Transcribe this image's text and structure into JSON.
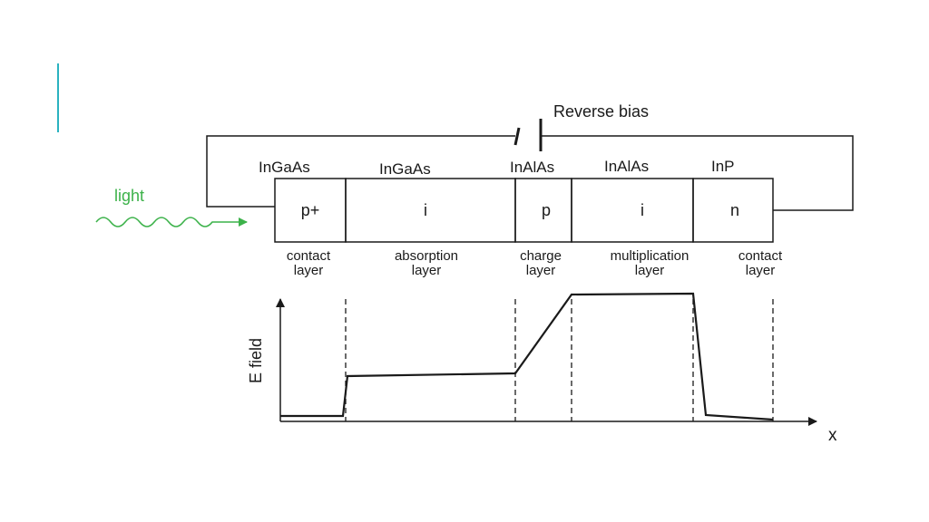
{
  "accent_color": "#2bb3c0",
  "light_color": "#3cb24a",
  "bias_label": "Reverse bias",
  "light_label": "light",
  "layers": [
    {
      "material": "InGaAs",
      "doping": "p+",
      "caption_line1": "contact",
      "caption_line2": "layer"
    },
    {
      "material": "InGaAs",
      "doping": "i",
      "caption_line1": "absorption",
      "caption_line2": "layer"
    },
    {
      "material": "InAlAs",
      "doping": "p",
      "caption_line1": "charge",
      "caption_line2": "layer"
    },
    {
      "material": "InAlAs",
      "doping": "i",
      "caption_line1": "multiplication",
      "caption_line2": "layer"
    },
    {
      "material": "InP",
      "doping": "n",
      "caption_line1": "contact",
      "caption_line2": "layer"
    }
  ],
  "plot": {
    "y_label": "E field",
    "x_label": "x"
  }
}
